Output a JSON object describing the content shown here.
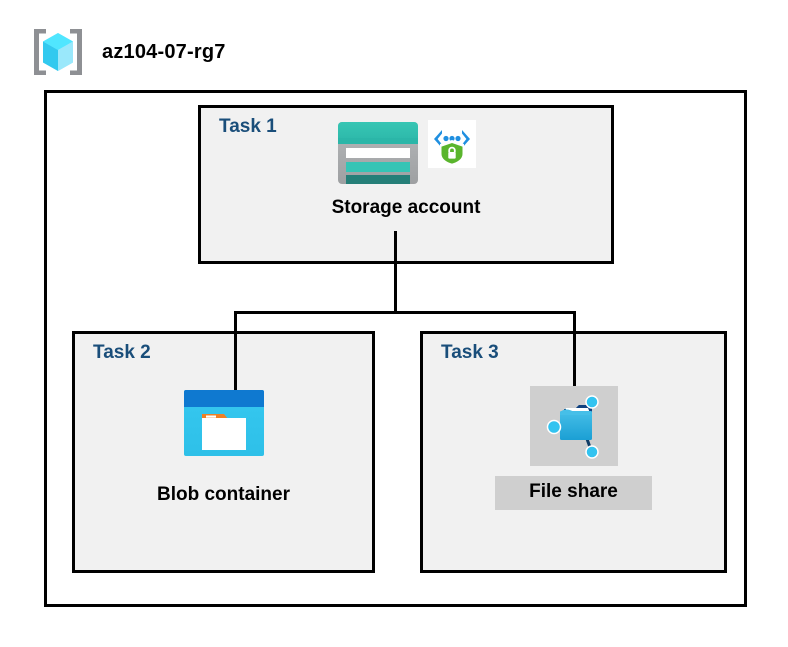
{
  "header": {
    "icon": "resource-group-icon",
    "title": "az104-07-rg7"
  },
  "colors": {
    "task_label": "#1a4e7a",
    "box_fill": "#f1f1f1",
    "box_border": "#000000",
    "highlight": "#cfcfcf",
    "storage_teal": "#2fbcb0",
    "storage_teal_dark": "#237f7a",
    "blob_blue": "#0f79d0",
    "blob_cyan": "#32c3ef",
    "blob_orange": "#ef8024",
    "fileshare_node": "#32c3f0",
    "shield_green": "#5ab52d",
    "bracket_gray": "#8e9094",
    "cube_cyan": "#50e6ff"
  },
  "diagram": {
    "type": "azure-resource-diagram",
    "container_label": "az104-07-rg7",
    "tasks": [
      {
        "id": "task1",
        "label": "Task 1",
        "resource": "Storage account",
        "icons": [
          "storage-account-icon",
          "secured-endpoint-shield-icon"
        ],
        "highlighted": false
      },
      {
        "id": "task2",
        "label": "Task 2",
        "resource": "Blob container",
        "icons": [
          "blob-container-icon"
        ],
        "highlighted": false
      },
      {
        "id": "task3",
        "label": "Task 3",
        "resource": "File share",
        "icons": [
          "file-share-icon"
        ],
        "highlighted": true
      }
    ],
    "connections": [
      {
        "from": "Storage account",
        "to": "Blob container"
      },
      {
        "from": "Storage account",
        "to": "File share"
      }
    ]
  }
}
